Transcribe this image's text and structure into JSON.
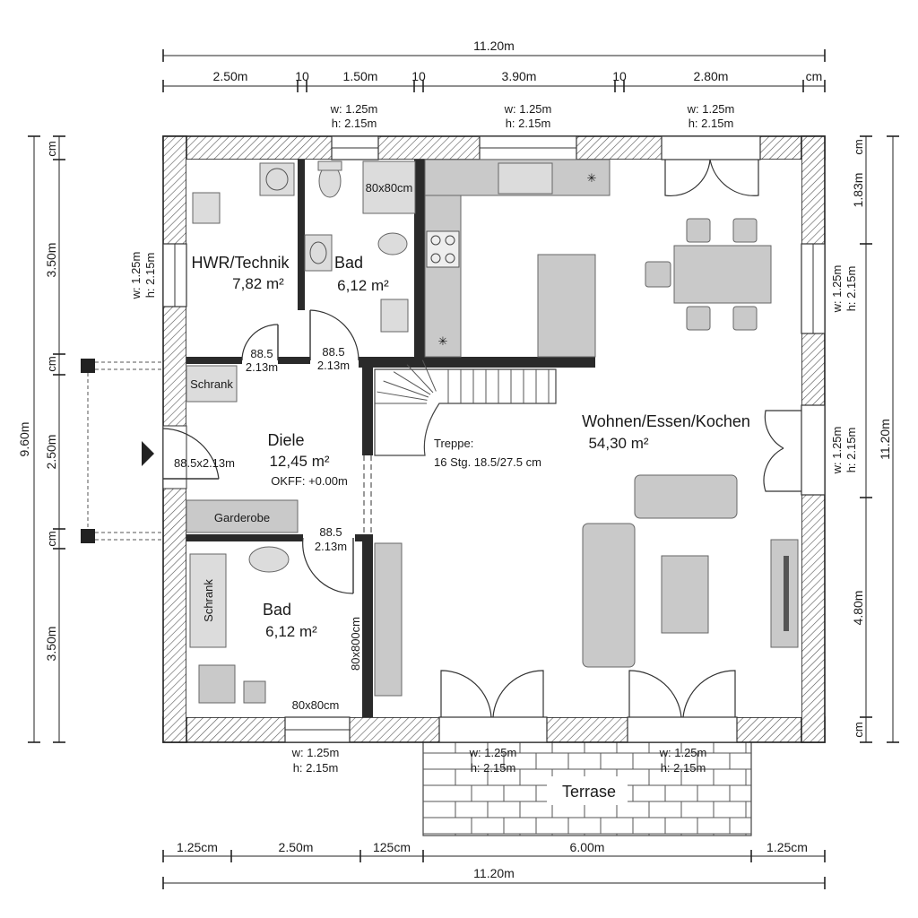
{
  "dimensions": {
    "top_total": "11.20m",
    "top_segments": [
      "2.50m",
      "10",
      "1.50m",
      "10",
      "3.90m",
      "10",
      "2.80m",
      "cm"
    ],
    "bottom_total": "11.20m",
    "bottom_segments": [
      "1.25cm",
      "2.50m",
      "125cm",
      "6.00m",
      "1.25cm"
    ],
    "left_total": "9.60m",
    "left_segments": [
      "cm",
      "3.50m",
      "cm",
      "2.50m",
      "cm",
      "3.50m"
    ],
    "right_total": "11.20m",
    "right_segments": [
      "cm",
      "1.83m",
      "4.80m",
      "cm"
    ]
  },
  "windows": {
    "top_1": {
      "w": "w: 1.25m",
      "h": "h: 2.15m"
    },
    "top_2": {
      "w": "w: 1.25m",
      "h": "h: 2.15m"
    },
    "top_3": {
      "w": "w: 1.25m",
      "h": "h: 2.15m"
    },
    "left_1": {
      "w": "w: 1.25m",
      "h": "h: 2.15m"
    },
    "right_1": {
      "w": "w: 1.25m",
      "h": "h: 2.15m"
    },
    "right_2": {
      "w": "w: 1.25m",
      "h": "h: 2.15m"
    },
    "bottom_1": {
      "w": "w: 1.25m",
      "h": "h: 2.15m"
    },
    "bottom_2": {
      "w": "w: 1.25m",
      "h": "h: 2.15m"
    },
    "bottom_3": {
      "w": "w: 1.25m",
      "h": "h: 2.15m"
    }
  },
  "rooms": {
    "hwr": {
      "name": "HWR/Technik",
      "area": "7,82 m²"
    },
    "bad_top": {
      "name": "Bad",
      "area": "6,12 m²"
    },
    "diele": {
      "name": "Diele",
      "area": "12,45 m²",
      "okff": "OKFF: +0.00m"
    },
    "bad_bottom": {
      "name": "Bad",
      "area": "6,12 m²"
    },
    "wohnen": {
      "name": "Wohnen/Essen/Kochen",
      "area": "54,30 m²"
    },
    "terrace": {
      "name": "Terrase"
    }
  },
  "labels": {
    "shower_top": "80x80cm",
    "shower_bottom": "80x80cm",
    "door_hwr_w": "88.5",
    "door_hwr_h": "2.13m",
    "door_bad_w": "88.5",
    "door_bad_h": "2.13m",
    "door_entry": "88.5x2.13m",
    "door_bad2_w": "88.5",
    "door_bad2_h": "2.13m",
    "schrank_1": "Schrank",
    "schrank_2": "Schrank",
    "garderobe": "Garderobe",
    "closet_dim": "80x800cm",
    "stairs_title": "Treppe:",
    "stairs_detail": "16 Stg. 18.5/27.5 cm"
  }
}
